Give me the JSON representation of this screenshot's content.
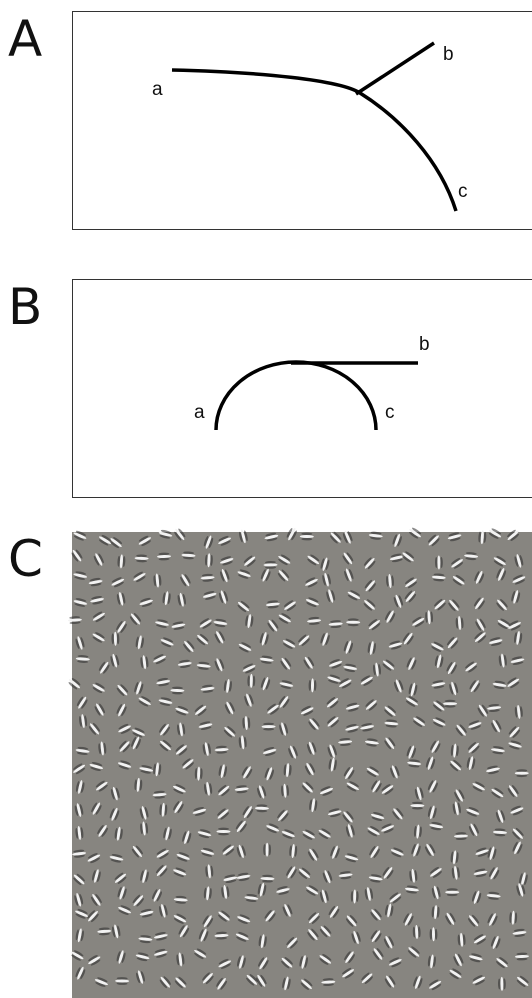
{
  "panels": [
    {
      "id": "A",
      "label": "A",
      "curve_labels": {
        "a": "a",
        "b": "b",
        "c": "c"
      }
    },
    {
      "id": "B",
      "label": "B",
      "curve_labels": {
        "a": "a",
        "b": "b",
        "c": "c"
      }
    },
    {
      "id": "C",
      "label": "C",
      "description": "Field of oriented Gabor elements on gray background",
      "background_color": "#878580",
      "element_light": "#f2f2f2",
      "element_dark": "#2a2a2a"
    }
  ]
}
